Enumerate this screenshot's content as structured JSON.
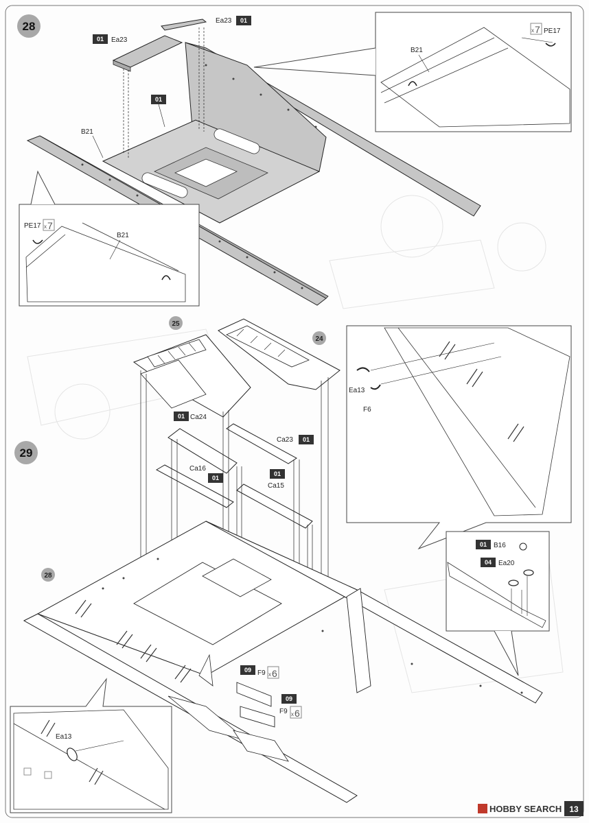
{
  "steps": [
    {
      "number": "28"
    },
    {
      "number": "29"
    }
  ],
  "step28": {
    "ea23_left": {
      "badge": "01",
      "label": "Ea23"
    },
    "ea23_right": {
      "label": "Ea23",
      "badge": "01"
    },
    "frame_badge": "01",
    "b21": "B21",
    "detail_right": {
      "pe17": "PE17",
      "qty_x": "x",
      "qty": "7",
      "b21": "B21"
    },
    "detail_left": {
      "pe17": "PE17",
      "qty_x": "x",
      "qty": "7",
      "b21": "B21"
    }
  },
  "step29": {
    "ref25": "25",
    "ref24": "24",
    "ref28": "28",
    "ca24": {
      "badge": "01",
      "label": "Ca24"
    },
    "ca23": {
      "label": "Ca23",
      "badge": "01"
    },
    "ca16": {
      "label": "Ca16",
      "badge": "01"
    },
    "ca15": {
      "badge": "01",
      "label": "Ca15"
    },
    "detail_top": {
      "ea13": "Ea13",
      "f6": "F6"
    },
    "detail_right": {
      "b16_badge": "01",
      "b16": "B16",
      "ea20_badge": "04",
      "ea20": "Ea20"
    },
    "f9_top": {
      "badge": "09",
      "label": "F9",
      "qty_x": "x",
      "qty": "6"
    },
    "f9_bottom": {
      "badge": "09",
      "label": "F9",
      "qty_x": "x",
      "qty": "6"
    },
    "detail_bottom": {
      "ea13": "Ea13"
    }
  },
  "footer": {
    "watermark": "HOBBY SEARCH",
    "page_number": "13"
  },
  "colors": {
    "badge": "#333333",
    "step_circle": "#a8a8a8",
    "part_fill": "#c6c6c6",
    "line": "#222222"
  }
}
